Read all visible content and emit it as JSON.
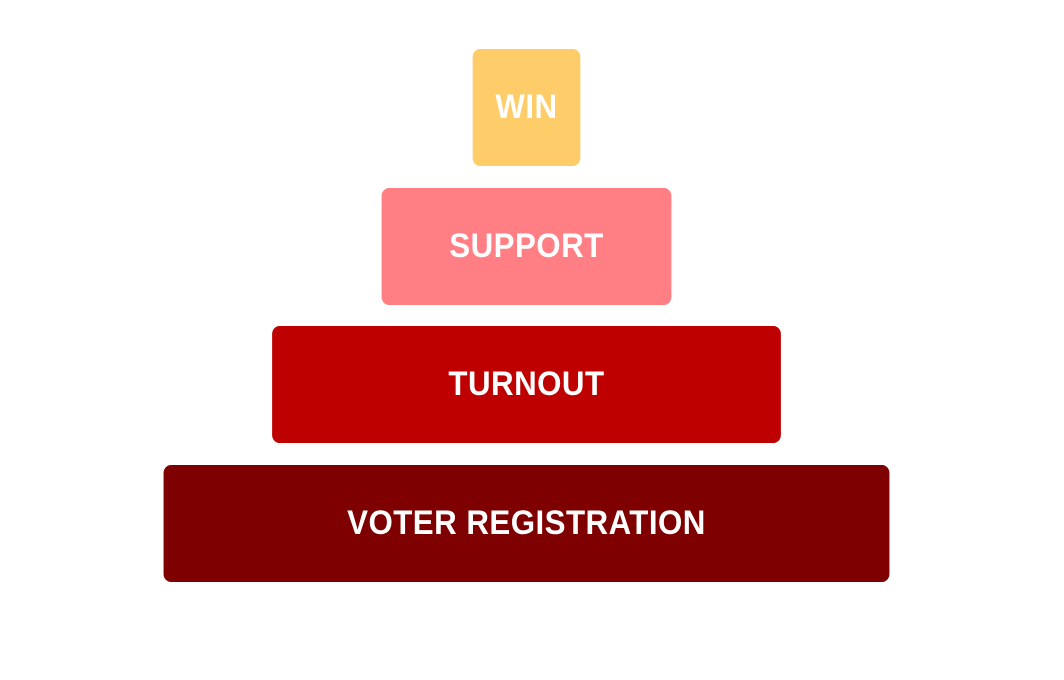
{
  "pyramid": {
    "tiers": [
      {
        "label": "WIN",
        "color": "#FECC69"
      },
      {
        "label": "SUPPORT",
        "color": "#FF7F84"
      },
      {
        "label": "TURNOUT",
        "color": "#BE0000"
      },
      {
        "label": "VOTER REGISTRATION",
        "color": "#7F0000"
      }
    ]
  }
}
